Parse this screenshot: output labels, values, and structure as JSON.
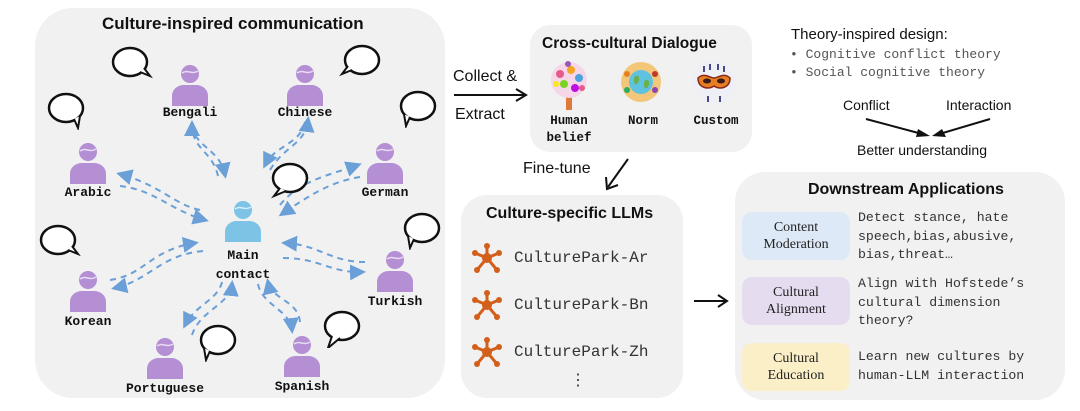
{
  "communication_panel": {
    "title": "Culture-inspired communication",
    "center": {
      "label_line1": "Main",
      "label_line2": "contact",
      "color": "#7cc3e6"
    },
    "person_color": "#b48fd4",
    "arrow_color": "#6a9fd8",
    "languages": [
      "Bengali",
      "Chinese",
      "Arabic",
      "German",
      "Korean",
      "Turkish",
      "Portuguese",
      "Spanish"
    ]
  },
  "collect_arrow": {
    "line1": "Collect &",
    "line2": "Extract"
  },
  "dialogue_panel": {
    "title": "Cross-cultural Dialogue",
    "items": [
      {
        "label_line1": "Human",
        "label_line2": "belief",
        "icon": "belief-tree-icon"
      },
      {
        "label_line1": "Norm",
        "label_line2": "",
        "icon": "globe-norm-icon"
      },
      {
        "label_line1": "Custom",
        "label_line2": "",
        "icon": "mask-custom-icon"
      }
    ]
  },
  "theory": {
    "title": "Theory-inspired design:",
    "bullets": [
      "Cognitive conflict theory",
      "Social cognitive theory"
    ],
    "left": "Conflict",
    "right": "Interaction",
    "result": "Better understanding"
  },
  "finetune_label": "Fine-tune",
  "llm_panel": {
    "title": "Culture-specific LLMs",
    "icon_color": "#d2601a",
    "models": [
      "CulturePark-Ar",
      "CulturePark-Bn",
      "CulturePark-Zh"
    ],
    "more": "⋮"
  },
  "apps_panel": {
    "title": "Downstream Applications",
    "apps": [
      {
        "label": "Content Moderation",
        "desc": "Detect stance, hate\nspeech,bias,abusive,\nbias,threat…",
        "color": "#dde9f6"
      },
      {
        "label": "Cultural Alignment",
        "desc": "Align with Hofstede’s\ncultural dimension\ntheory?",
        "color": "#e6dcef"
      },
      {
        "label": "Cultural Education",
        "desc": "Learn new cultures by\nhuman-LLM interaction",
        "color": "#fbefc8"
      }
    ]
  }
}
